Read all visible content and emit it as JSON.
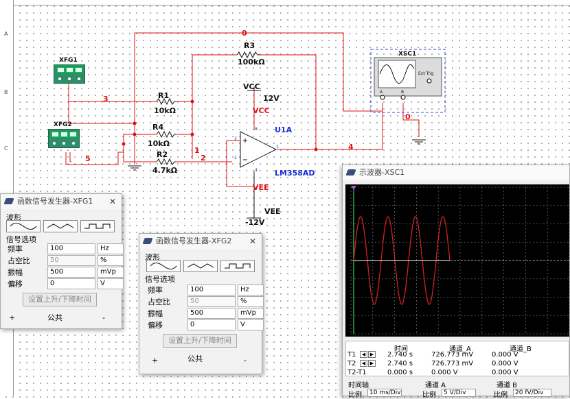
{
  "schematic": {
    "ruler_letters": [
      "A",
      "B",
      "C"
    ],
    "nets": {
      "net0": "0",
      "net3": "3",
      "net5": "5",
      "net1": "1",
      "net2": "2",
      "net4": "4",
      "net0b": "0"
    },
    "components": {
      "r3": {
        "name": "R3",
        "value": "100kΩ"
      },
      "r1": {
        "name": "R1",
        "value": "10kΩ"
      },
      "r4": {
        "name": "R4",
        "value": "10kΩ"
      },
      "r2": {
        "name": "R2",
        "value": "4.7kΩ"
      },
      "xfg1": "XFG1",
      "xfg2": "XFG2",
      "xsc1": "XSC1",
      "xsc1_ext": "Ext Trig",
      "xsc1_a": "A",
      "xsc1_b": "B",
      "opamp": {
        "name": "U1A",
        "part": "LM358AD",
        "pin_plus": "3",
        "pin_minus": "2",
        "pin_out": "1",
        "pin_vcc": "8",
        "pin_vee": "4"
      },
      "vcc": {
        "label": "VCC",
        "value": "12V",
        "net": "VCC"
      },
      "vee": {
        "label": "VEE",
        "value": "-12V",
        "net": "VEE"
      }
    }
  },
  "xfg1_dialog": {
    "title": "函数信号发生器-XFG1",
    "waveform_label": "波形",
    "options_label": "信号选项",
    "freq_label": "频率",
    "freq_value": "100",
    "freq_unit": "Hz",
    "duty_label": "占空比",
    "duty_value": "50",
    "duty_unit": "%",
    "amp_label": "振幅",
    "amp_value": "500",
    "amp_unit": "mVp",
    "offset_label": "偏移",
    "offset_value": "0",
    "offset_unit": "V",
    "rise_button": "设置上升/下降时间",
    "common_label": "公共",
    "plus_label": "+",
    "minus_label": "-"
  },
  "xfg2_dialog": {
    "title": "函数信号发生器-XFG2",
    "waveform_label": "波形",
    "options_label": "信号选项",
    "freq_label": "频率",
    "freq_value": "100",
    "freq_unit": "Hz",
    "duty_label": "占空比",
    "duty_value": "50",
    "duty_unit": "%",
    "amp_label": "振幅",
    "amp_value": "500",
    "amp_unit": "mVp",
    "offset_label": "偏移",
    "offset_value": "0",
    "offset_unit": "V",
    "rise_button": "设置上升/下降时间",
    "common_label": "公共",
    "plus_label": "+",
    "minus_label": "-"
  },
  "oscilloscope": {
    "title": "示波器-XSC1",
    "headers": {
      "time": "时间",
      "channel_a": "通道_A",
      "channel_b": "通道_B"
    },
    "rows": [
      {
        "label": "T1",
        "time": "2.740 s",
        "a": "726.773 mV",
        "b": "0.000 V"
      },
      {
        "label": "T2",
        "time": "2.740 s",
        "a": "726.773 mV",
        "b": "0.000 V"
      },
      {
        "label": "T2-T1",
        "time": "0.000 s",
        "a": "0.000 V",
        "b": "0.000 V"
      }
    ],
    "timebase": {
      "label": "时间轴",
      "scale_label": "比例",
      "scale_value": "10 ms/Div"
    },
    "chan_a": {
      "label": "通道 A",
      "scale_label": "比例",
      "scale_value": "5 V/Div"
    },
    "chan_b": {
      "label": "通道 B",
      "scale_label": "比例",
      "scale_value": "20 fV/Div"
    },
    "trace_color": "#d42020"
  }
}
